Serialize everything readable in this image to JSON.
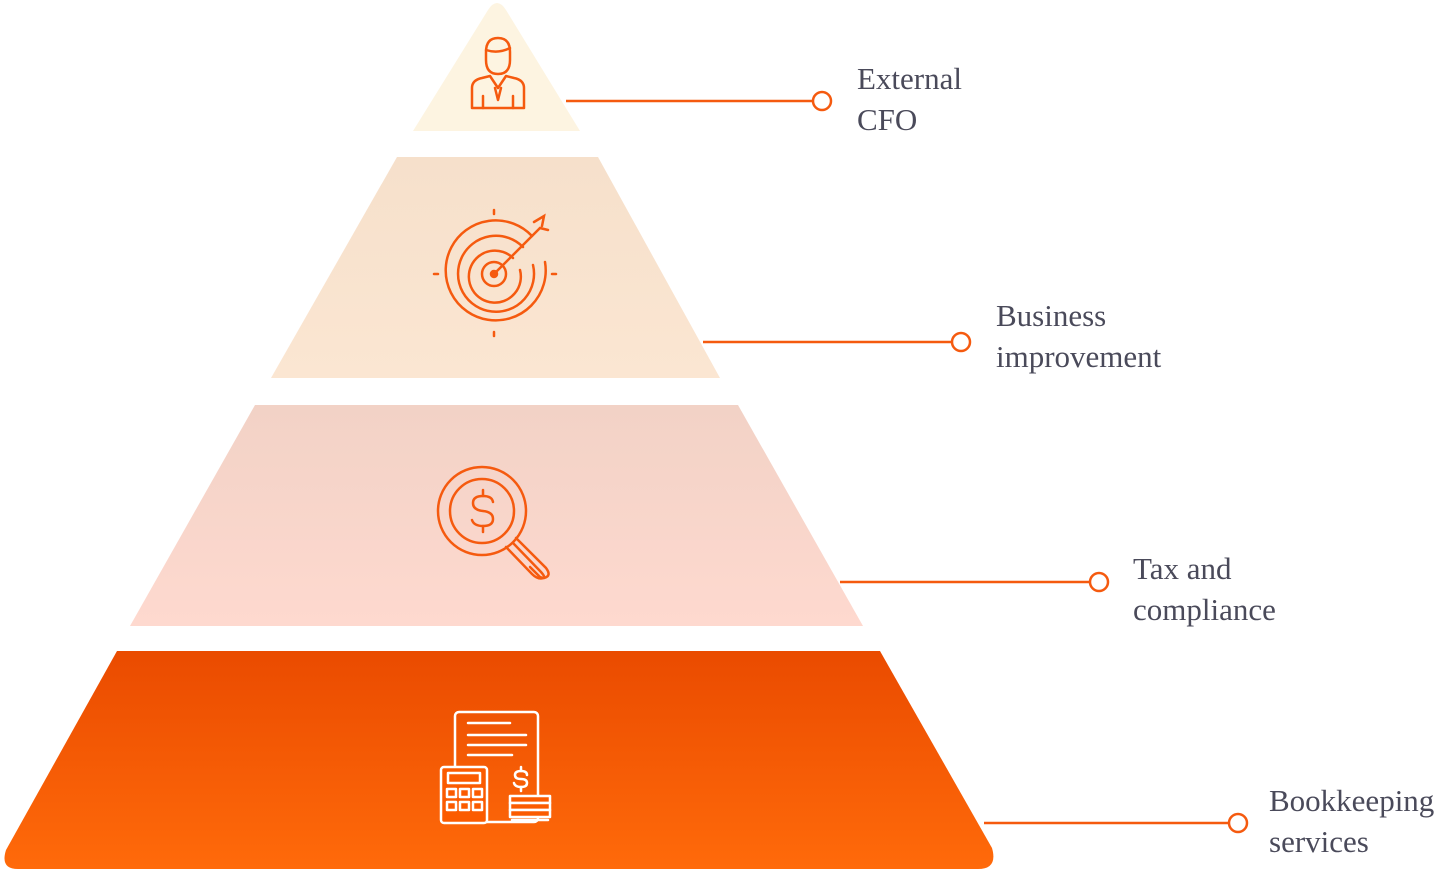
{
  "colors": {
    "accent": "#f55a0f",
    "label_text": "#4a4a5a",
    "tier_top": "#fdf4e1",
    "tier_second": "#fae5cf",
    "tier_third": "#fcd6cb",
    "tier_base": "#fb5b00"
  },
  "tiers": [
    {
      "line1": "External",
      "line2": "CFO",
      "icon": "businessman-icon"
    },
    {
      "line1": "Business",
      "line2": "improvement",
      "icon": "target-icon"
    },
    {
      "line1": "Tax and",
      "line2": "compliance",
      "icon": "dollar-magnifier-icon"
    },
    {
      "line1": "Bookkeeping",
      "line2": "services",
      "icon": "calculator-document-icon"
    }
  ]
}
